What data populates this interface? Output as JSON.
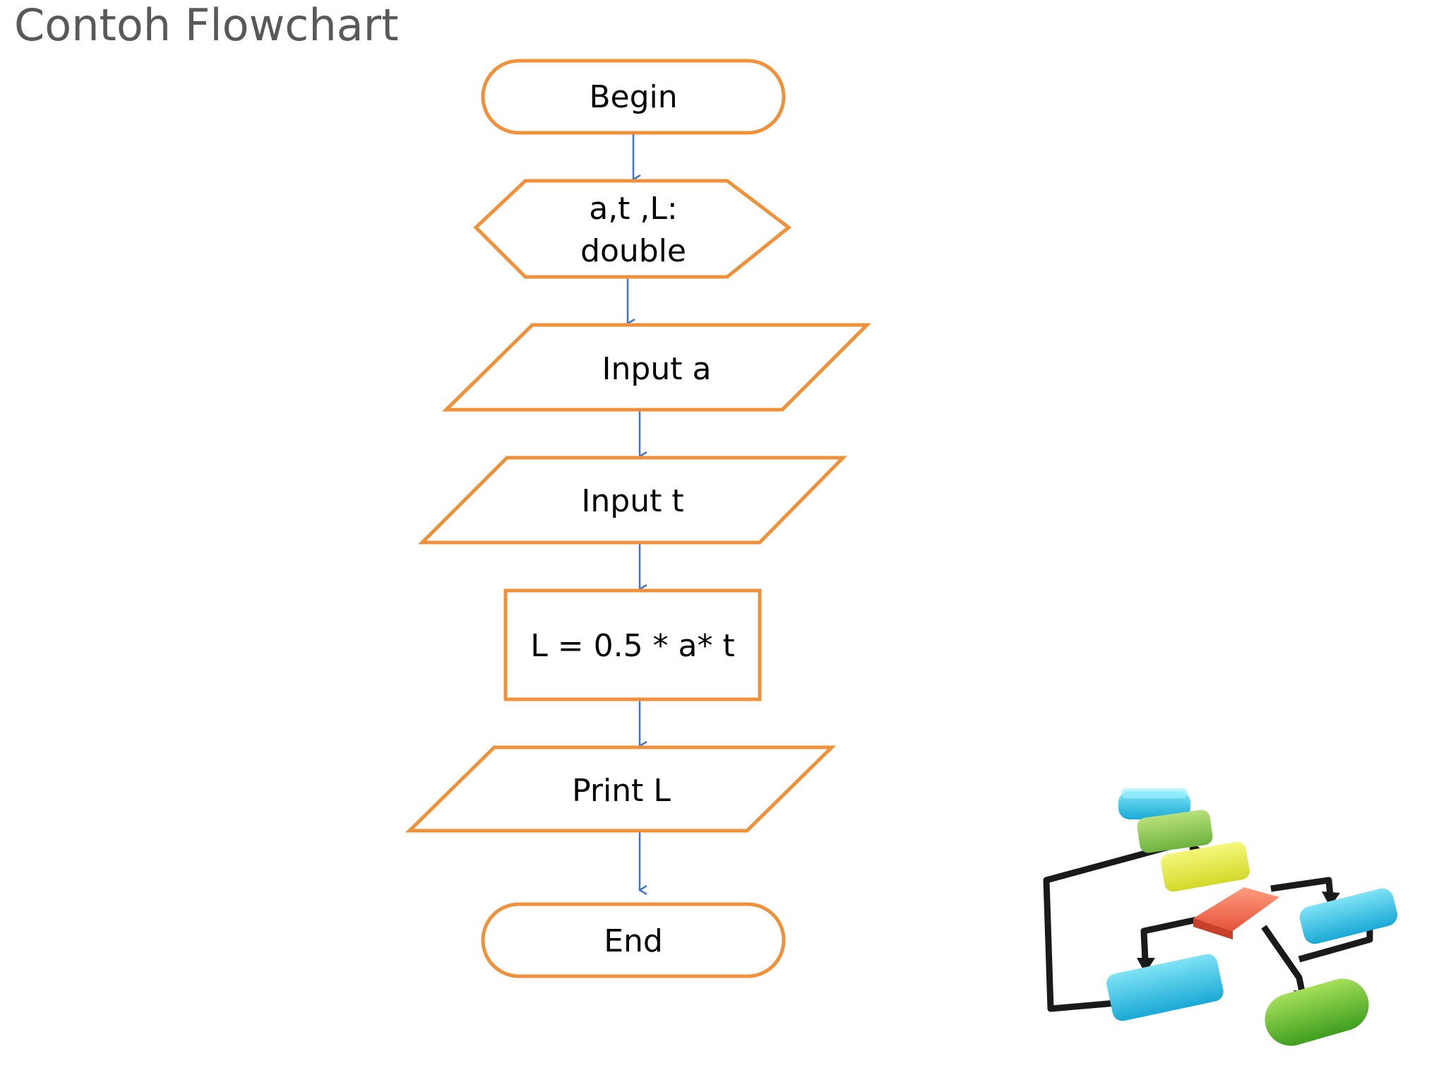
{
  "slide": {
    "title": "Contoh Flowchart"
  },
  "flowchart": {
    "nodes": [
      {
        "id": "begin",
        "shape": "terminal",
        "lines": [
          "Begin"
        ]
      },
      {
        "id": "declare",
        "shape": "preparation",
        "lines": [
          "a,t ,L:",
          "double"
        ]
      },
      {
        "id": "input-a",
        "shape": "data",
        "lines": [
          "Input a"
        ]
      },
      {
        "id": "input-t",
        "shape": "data",
        "lines": [
          "Input t"
        ]
      },
      {
        "id": "process",
        "shape": "process",
        "lines": [
          "L = 0.5 * a* t"
        ]
      },
      {
        "id": "print",
        "shape": "data",
        "lines": [
          "Print L"
        ]
      },
      {
        "id": "end",
        "shape": "terminal",
        "lines": [
          "End"
        ]
      }
    ],
    "edges": [
      [
        "begin",
        "declare"
      ],
      [
        "declare",
        "input-a"
      ],
      [
        "input-a",
        "input-t"
      ],
      [
        "input-t",
        "process"
      ],
      [
        "process",
        "print"
      ],
      [
        "print",
        "end"
      ]
    ]
  },
  "colors": {
    "shape_stroke": "#F0913A",
    "connector": "#4472C4",
    "title_text": "#595959"
  },
  "illustration": {
    "icon": "flowchart-3d-illustration-icon"
  }
}
